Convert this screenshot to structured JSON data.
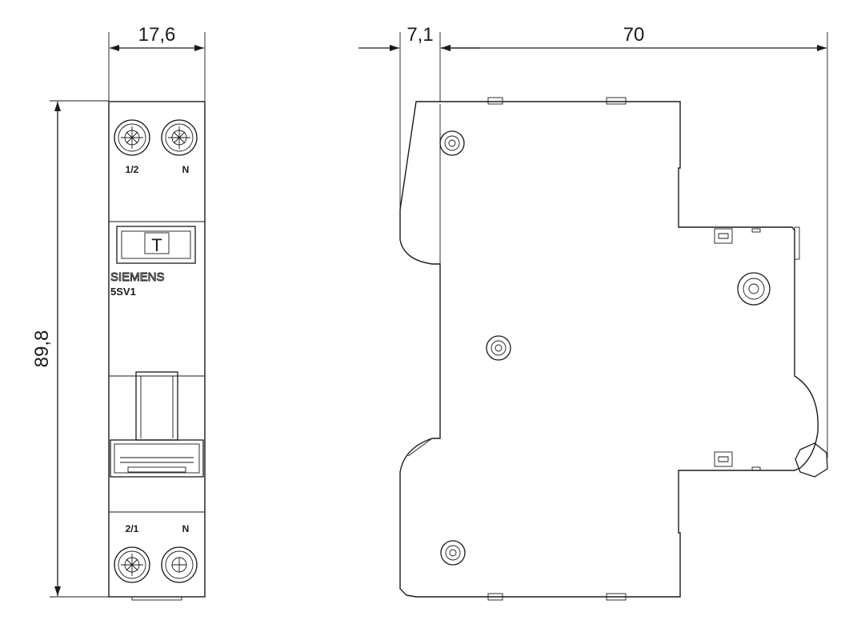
{
  "dimensions": {
    "front_width": "17,6",
    "height": "89,8",
    "side_offset": "7,1",
    "side_depth": "70"
  },
  "front_view": {
    "top_terminal_left": "1/2",
    "top_terminal_right": "N",
    "bottom_terminal_left": "2/1",
    "bottom_terminal_right": "N",
    "test_button": "T",
    "brand": "SIEMENS",
    "model": "5SV1"
  }
}
